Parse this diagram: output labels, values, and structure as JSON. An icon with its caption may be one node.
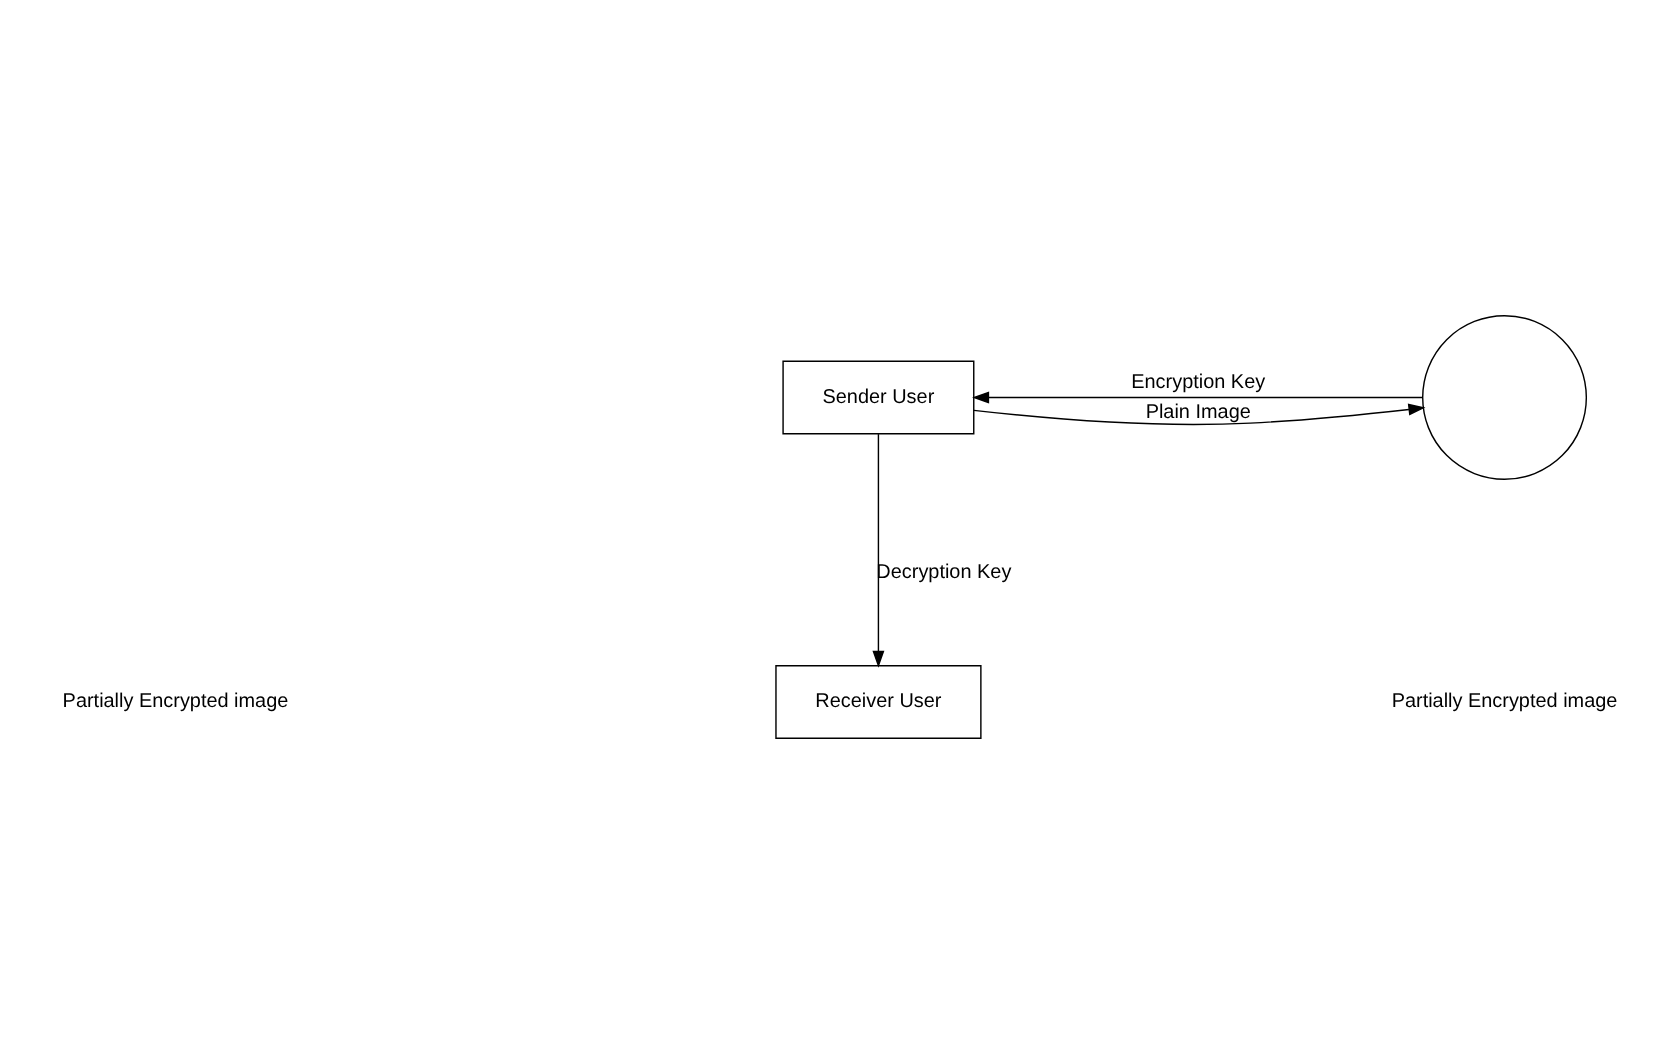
{
  "diagram": {
    "nodes": [
      {
        "text": [
          "Sender User"
        ]
      },
      {
        "text": [],
        "shape": "circle"
      },
      {
        "text": [
          "Receiver User"
        ]
      }
    ],
    "edges": [
      {
        "from": 0,
        "to": 1,
        "arrow": "to",
        "label": "Plain Image"
      },
      {
        "from": 1,
        "to": 0,
        "arrow": "to",
        "label": "Encryption Key"
      },
      {
        "from": 0,
        "to": 2,
        "arrow": "to",
        "label": "Decryption Key"
      }
    ],
    "labels": [
      "Partially Encrypted image",
      "Partially Encrypted image"
    ]
  }
}
